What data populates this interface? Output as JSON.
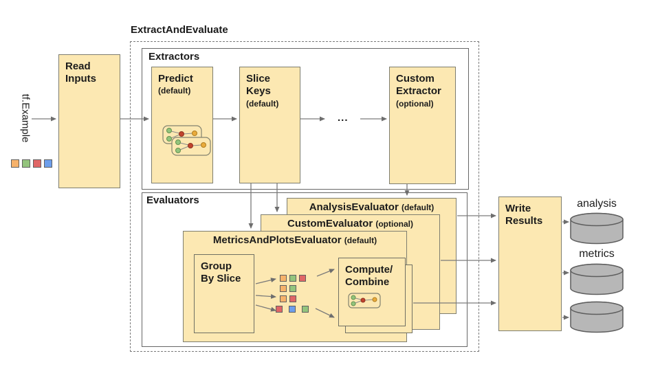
{
  "title": "ExtractAndEvaluate",
  "colors": {
    "box_fill": "#FCE8B2",
    "orange": "#F6B26B",
    "green": "#93C47D",
    "red": "#E06666",
    "blue": "#6D9EEB",
    "cylinder_gray": "#B7B7B7"
  },
  "input": {
    "label": "tf.Example",
    "squares": [
      "orange",
      "green",
      "red",
      "blue"
    ]
  },
  "read_inputs": {
    "lines": [
      "Read",
      "Inputs"
    ]
  },
  "extractors": {
    "label": "Extractors",
    "predict": {
      "line1": "Predict",
      "qualifier": "(default)"
    },
    "slice_keys": {
      "line1": "Slice",
      "line2": "Keys",
      "qualifier": "(default)"
    },
    "ellipsis": "...",
    "custom_extractor": {
      "line1": "Custom",
      "line2": "Extractor",
      "qualifier": "(optional)"
    }
  },
  "evaluators": {
    "label": "Evaluators",
    "analysis_evaluator": {
      "name": "AnalysisEvaluator",
      "qualifier": "(default)"
    },
    "custom_evaluator": {
      "name": "CustomEvaluator",
      "qualifier": "(optional)"
    },
    "metrics_plots_evaluator": {
      "name": "MetricsAndPlotsEvaluator",
      "qualifier": "(default)"
    },
    "group_by_slice": {
      "line1": "Group",
      "line2": "By Slice"
    },
    "compute_combine": {
      "line1": "Compute/",
      "line2": "Combine"
    },
    "slice_rows": [
      [
        "orange",
        "green",
        "red"
      ],
      [
        "orange",
        "green"
      ],
      [
        "orange",
        "red"
      ],
      [
        "red",
        "blue",
        "green"
      ]
    ]
  },
  "write_results": {
    "lines": [
      "Write",
      "Results"
    ]
  },
  "outputs": [
    {
      "label": "analysis"
    },
    {
      "label": "metrics"
    },
    {
      "label": "..."
    }
  ]
}
